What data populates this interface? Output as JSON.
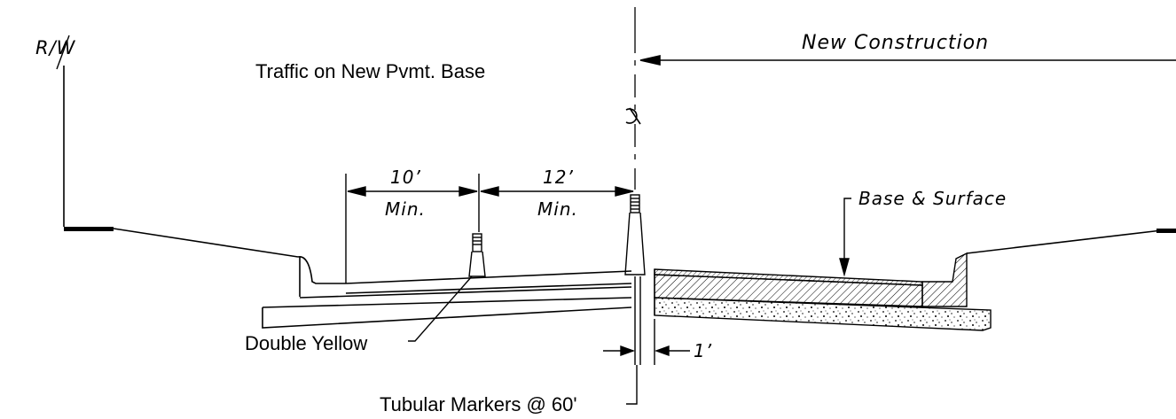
{
  "labels": {
    "right_of_way": "R/W",
    "traffic": "Traffic on New Pvmt. Base",
    "new_construction": "New Construction",
    "dim_10": "10’",
    "dim_10_min": "Min.",
    "dim_12": "12’",
    "dim_12_min": "Min.",
    "base_surface": "Base & Surface",
    "double_yellow": "Double Yellow",
    "dim_1": "1’",
    "tubular_markers": "Tubular Markers @ 60'"
  },
  "colors": {
    "ink": "#000000",
    "paper": "#ffffff"
  }
}
